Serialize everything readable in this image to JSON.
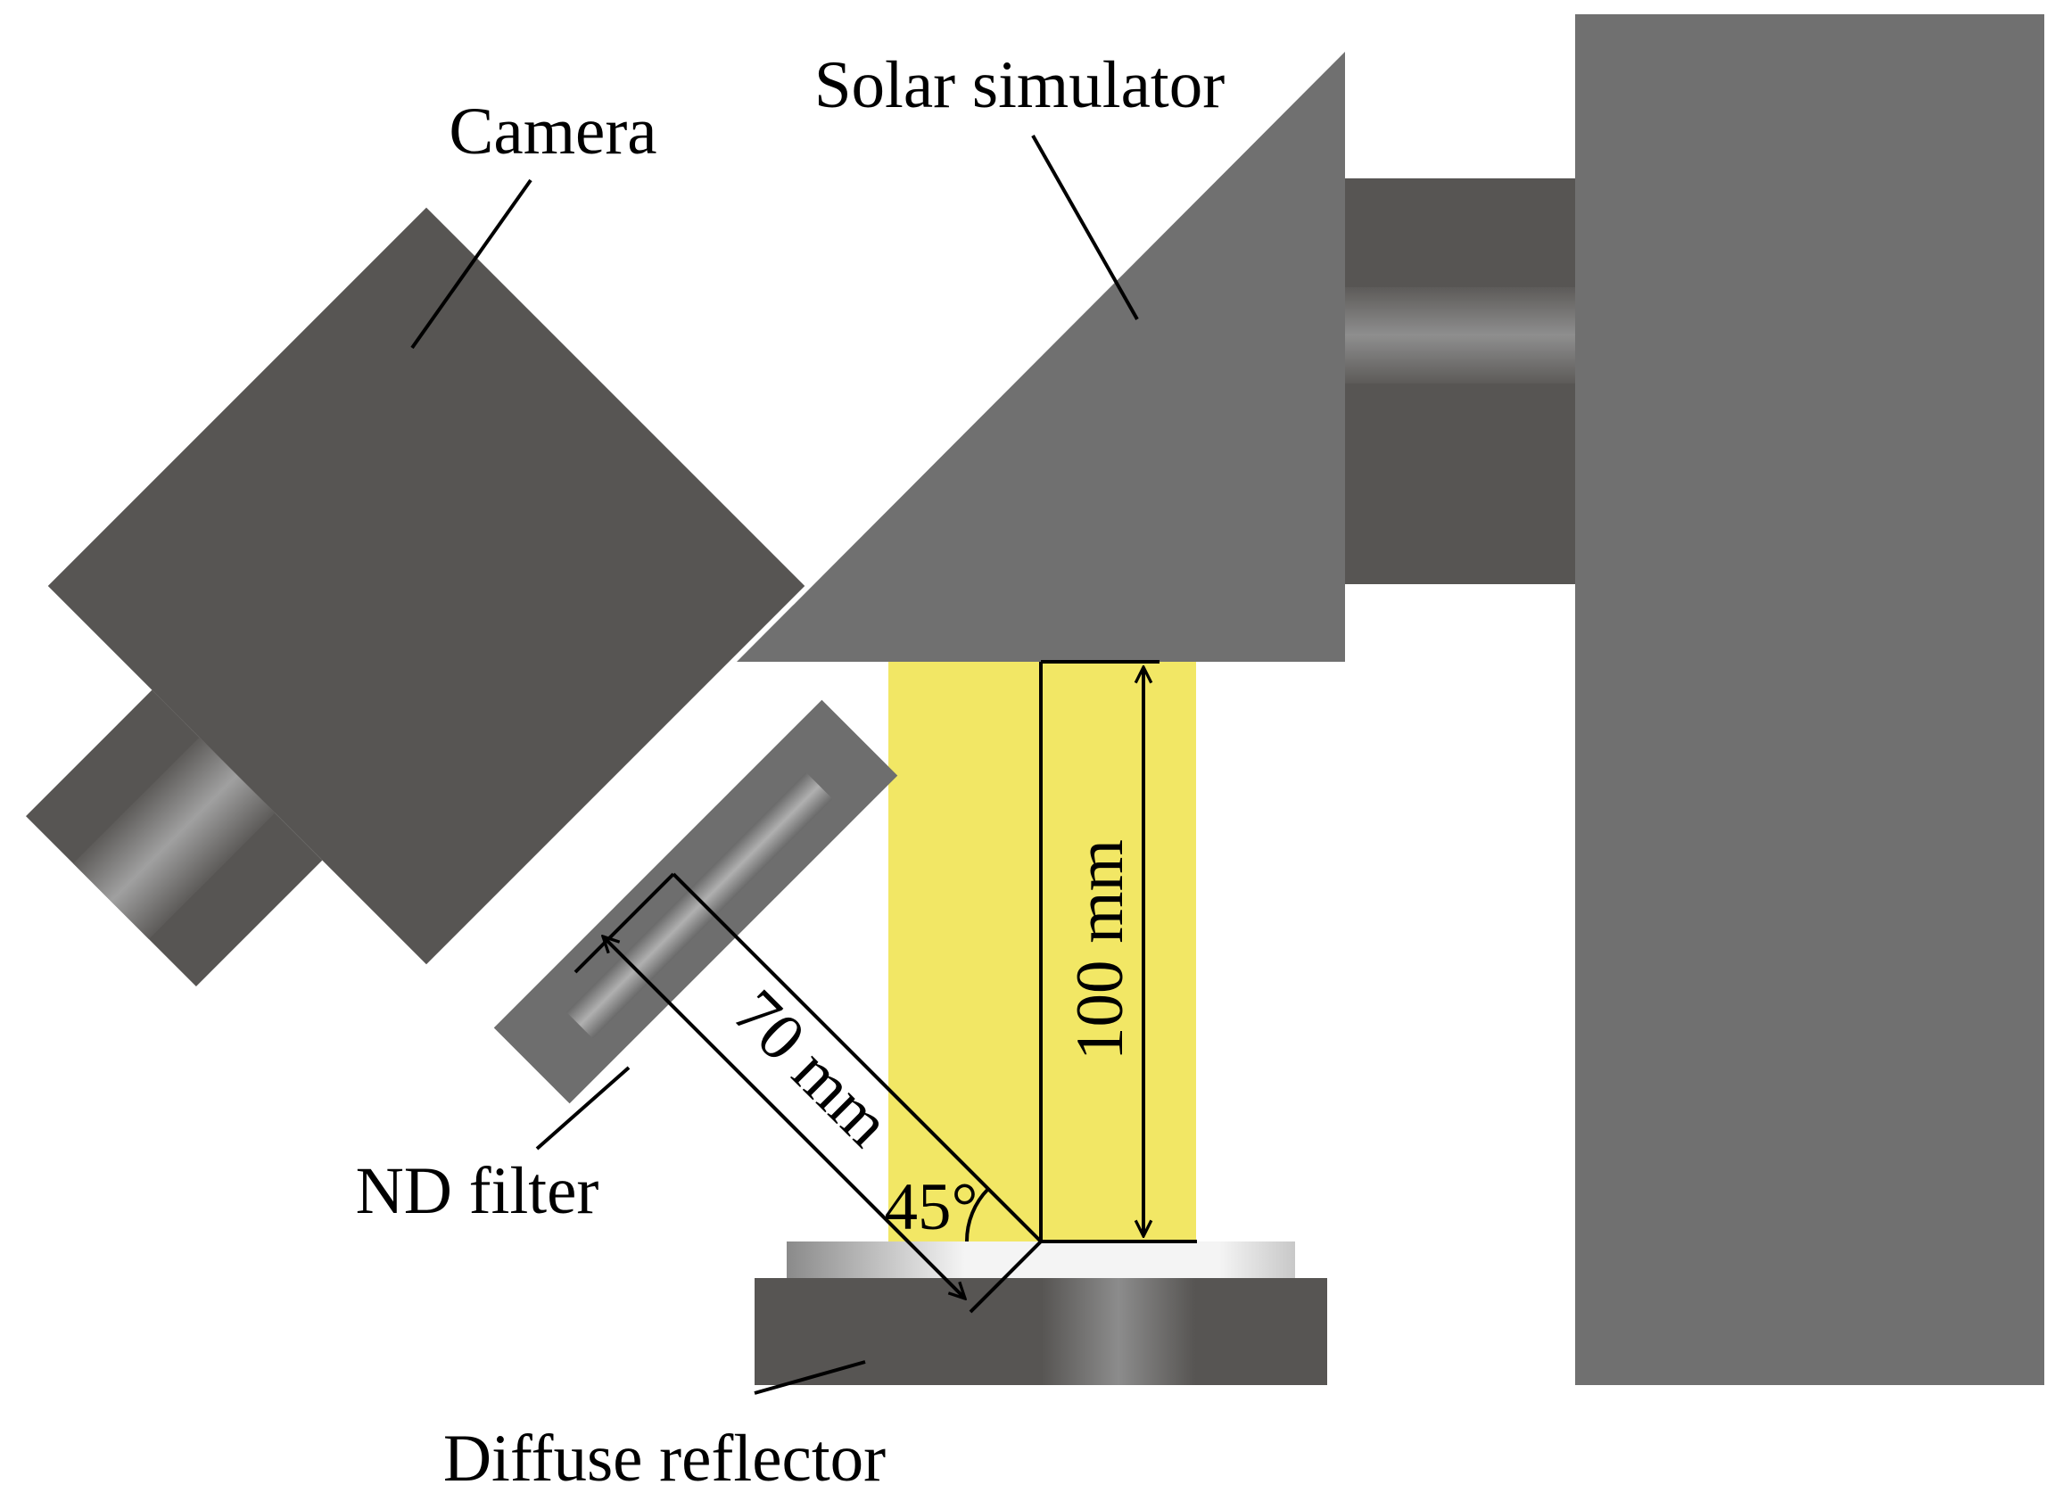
{
  "labels": {
    "camera": "Camera",
    "solar_simulator": "Solar simulator",
    "nd_filter": "ND filter",
    "diffuse_reflector": "Diffuse reflector"
  },
  "dimensions": {
    "vertical": "100 mm",
    "diagonal": "70 mm",
    "angle": "45°"
  },
  "colors": {
    "light_beam": "#f2e765",
    "dark_grey": "#575553",
    "mid_grey": "#707070",
    "light_plate": "#e8e8e8"
  }
}
